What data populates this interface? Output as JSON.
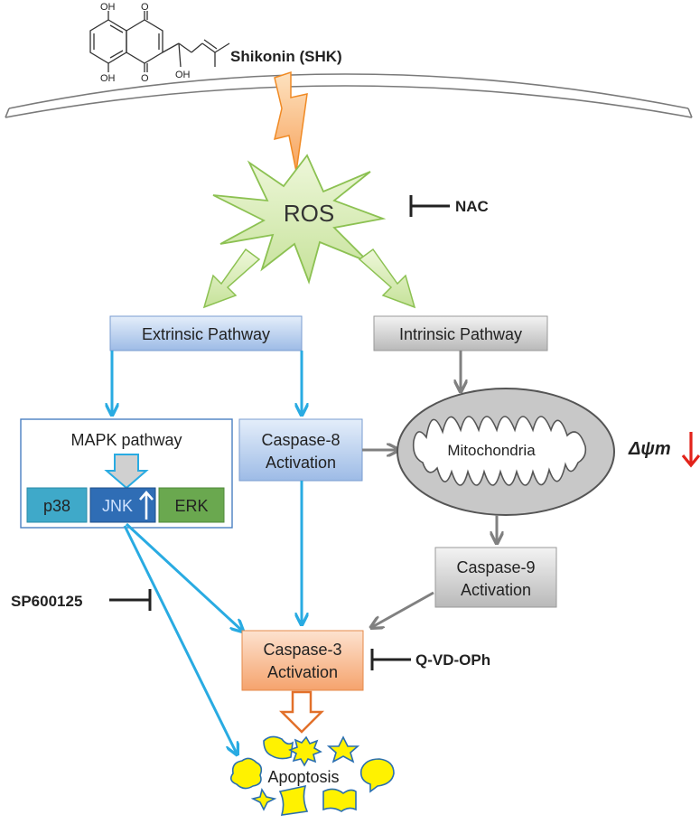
{
  "drug": {
    "name": "Shikonin (SHK)",
    "oh_labels": [
      "OH",
      "OH",
      "OH"
    ],
    "o_labels": [
      "O",
      "O"
    ]
  },
  "ros": {
    "label": "ROS"
  },
  "inhibitors": {
    "nac": "NAC",
    "sp600125": "SP600125",
    "qvd": "Q-VD-OPh"
  },
  "pathways": {
    "extrinsic": "Extrinsic Pathway",
    "intrinsic": "Intrinsic Pathway"
  },
  "mapk": {
    "title": "MAPK pathway",
    "p38": "p38",
    "jnk": "JNK",
    "erk": "ERK"
  },
  "caspase8": {
    "line1": "Caspase-8",
    "line2": "Activation"
  },
  "caspase9": {
    "line1": "Caspase-9",
    "line2": "Activation"
  },
  "caspase3": {
    "line1": "Caspase-3",
    "line2": "Activation"
  },
  "mito": {
    "label": "Mitochondria"
  },
  "dpsi": {
    "label": "Δψm"
  },
  "apoptosis": {
    "label": "Apoptosis"
  },
  "colors": {
    "blue_arrow": "#29abe2",
    "gray_arrow": "#808080",
    "red_arrow": "#e2231a",
    "ros_fill": "#d8ecb0",
    "ros_stroke": "#8cc152",
    "caspase3_fill": "#f7b68a",
    "apoptosis_fill": "#fff200",
    "jnk_fill": "#2f6db5",
    "erk_fill": "#6aa84f",
    "p38_fill": "#3fa9c9"
  }
}
